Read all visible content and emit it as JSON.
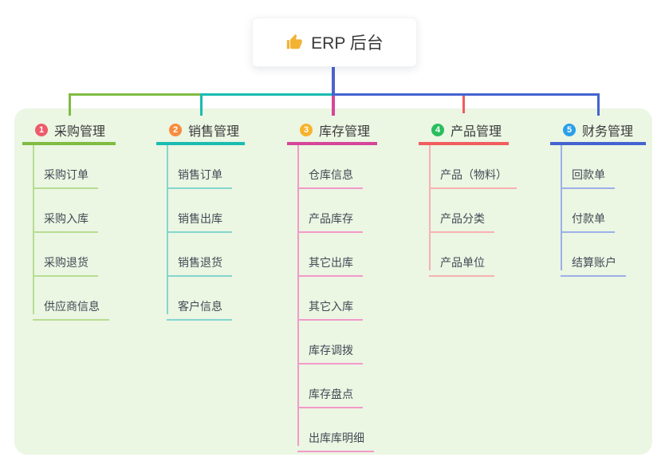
{
  "root": {
    "label": "ERP 后台",
    "icon": "thumbs-up-icon",
    "icon_color": "#f2b233",
    "line_color": "#4d63cd"
  },
  "panel": {
    "bg": "#ebf6e3"
  },
  "branches": [
    {
      "number": "1",
      "label": "采购管理",
      "badge_color": "#ee5b6a",
      "line_color": "#7fbc41",
      "child_line_color": "#b7dd92",
      "children": [
        "采购订单",
        "采购入库",
        "采购退货",
        "供应商信息"
      ]
    },
    {
      "number": "2",
      "label": "销售管理",
      "badge_color": "#f98b3f",
      "line_color": "#19bcb0",
      "child_line_color": "#84d6cf",
      "children": [
        "销售订单",
        "销售出库",
        "销售退货",
        "客户信息"
      ]
    },
    {
      "number": "3",
      "label": "库存管理",
      "badge_color": "#f7b32b",
      "line_color": "#d64599",
      "child_line_color": "#f29ac9",
      "children": [
        "仓库信息",
        "产品库存",
        "其它出库",
        "其它入库",
        "库存调拨",
        "库存盘点",
        "出库库明细"
      ]
    },
    {
      "number": "4",
      "label": "产品管理",
      "badge_color": "#2abd5e",
      "line_color": "#f15c5e",
      "child_line_color": "#f8b1b1",
      "children": [
        "产品（物料）",
        "产品分类",
        "产品单位"
      ]
    },
    {
      "number": "5",
      "label": "财务管理",
      "badge_color": "#2b9fe8",
      "line_color": "#4463d0",
      "child_line_color": "#9cb0e8",
      "children": [
        "回款单",
        "付款单",
        "结算账户"
      ]
    }
  ]
}
